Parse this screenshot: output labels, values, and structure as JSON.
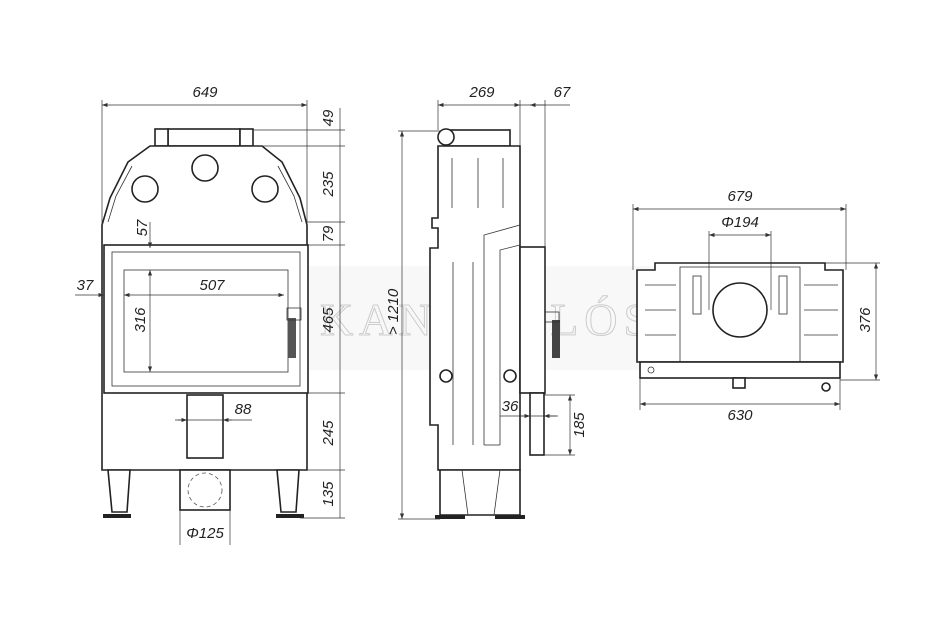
{
  "watermark": {
    "text": "KANDALLÓSHOP"
  },
  "front_view": {
    "width": "649",
    "collar_height": "49",
    "top_section": "235",
    "glass_top_offset": "57",
    "frame_gap": "79",
    "door_height": "465",
    "glass_left_offset": "37",
    "glass_width": "507",
    "glass_height": "316",
    "air_duct_width": "88",
    "lower_section": "245",
    "legs_height": "135",
    "air_inlet_diameter": "Φ125"
  },
  "side_view": {
    "depth": "269",
    "door_protrusion": "67",
    "total_height": "> 1210",
    "inlet_offset": "36",
    "inlet_height": "185"
  },
  "top_view": {
    "width": "679",
    "flue_diameter": "Φ194",
    "depth": "376",
    "front_width": "630"
  }
}
